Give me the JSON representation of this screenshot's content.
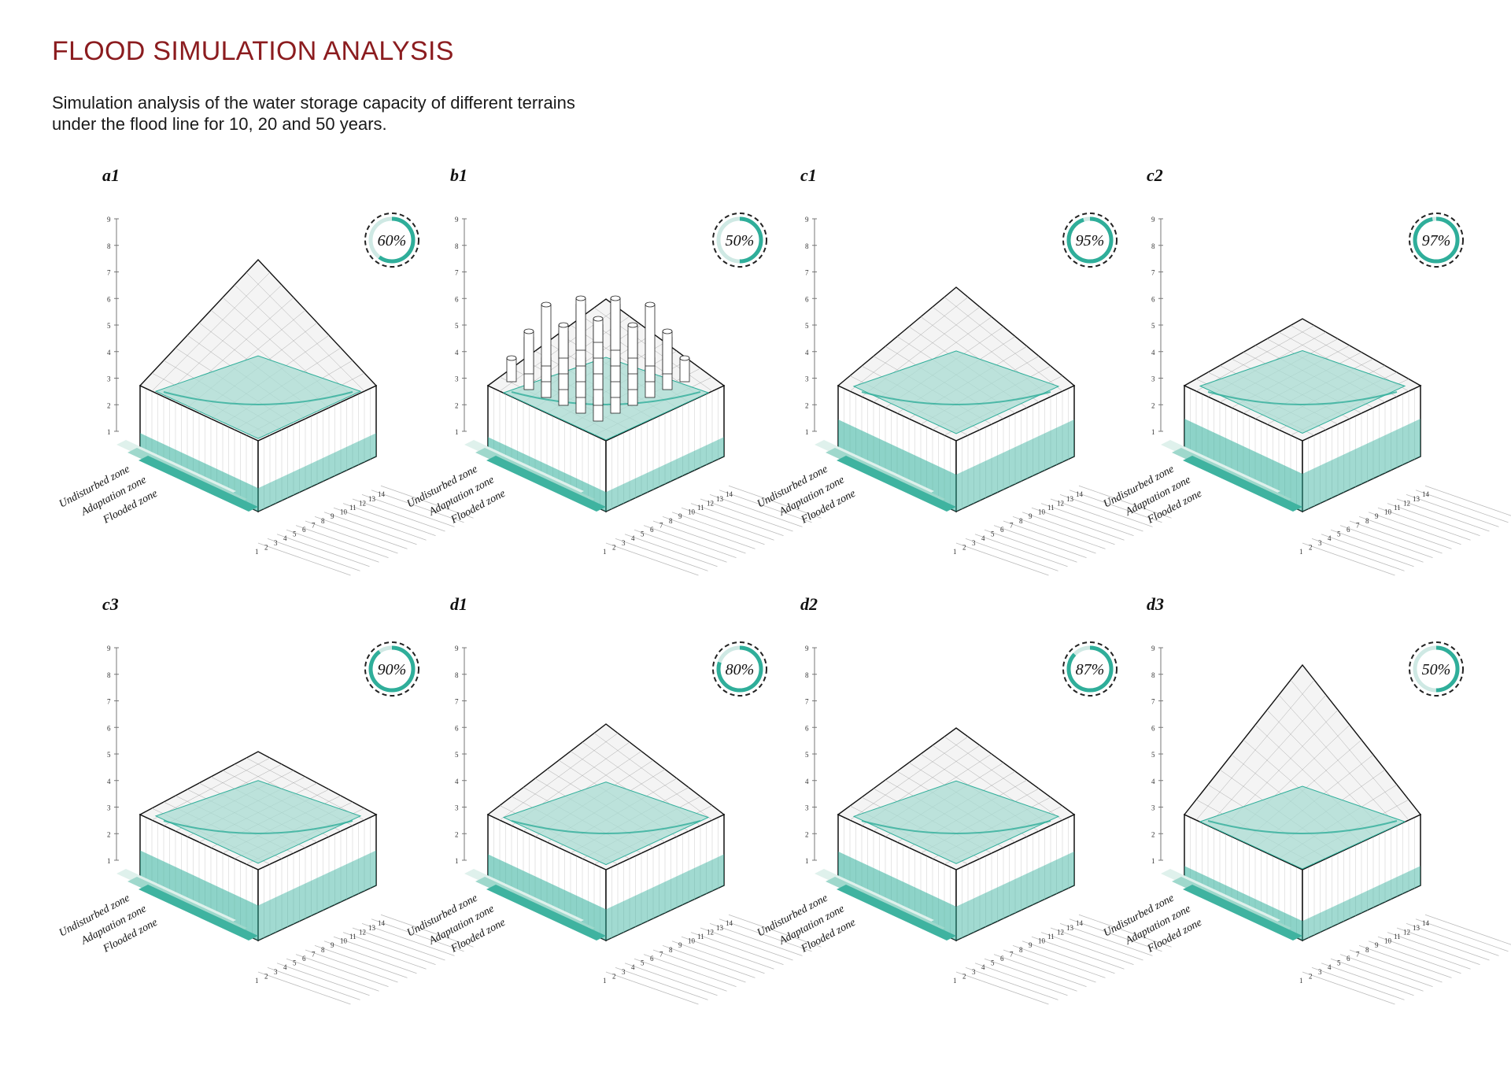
{
  "header": {
    "title": "FLOOD SIMULATION ANALYSIS",
    "subtitle_line1": "Simulation analysis of the water storage capacity of different terrains",
    "subtitle_line2": "under the flood line for 10, 20 and 50 years."
  },
  "colors": {
    "title": "#8b1c1f",
    "water": "#2fae9a",
    "water_light": "#a9dcd3",
    "flooded_zone": "#3fb3a0",
    "adaptation_zone": "#9fd8cc",
    "undisturbed_zone": "#dff1ec"
  },
  "axis": {
    "vertical_ticks": [
      "1",
      "2",
      "3",
      "4",
      "5",
      "6",
      "7",
      "8",
      "9"
    ],
    "grid_ticks": [
      "1",
      "2",
      "3",
      "4",
      "5",
      "6",
      "7",
      "8",
      "9",
      "10",
      "11",
      "12",
      "13",
      "14"
    ]
  },
  "legend": {
    "undisturbed": "Undisturbed zone",
    "adaptation": "Adaptation zone",
    "flooded": "Flooded zone"
  },
  "panels": [
    {
      "id": "a1",
      "percent_label": "60%",
      "storage": 0.6,
      "terrain": "lattice-valley"
    },
    {
      "id": "b1",
      "percent_label": "50%",
      "storage": 0.5,
      "terrain": "columns"
    },
    {
      "id": "c1",
      "percent_label": "95%",
      "storage": 0.95,
      "terrain": "peaked-basin"
    },
    {
      "id": "c2",
      "percent_label": "97%",
      "storage": 0.97,
      "terrain": "deep-basin"
    },
    {
      "id": "c3",
      "percent_label": "90%",
      "storage": 0.9,
      "terrain": "flat-terrace"
    },
    {
      "id": "d1",
      "percent_label": "80%",
      "storage": 0.8,
      "terrain": "ridge-ponds"
    },
    {
      "id": "d2",
      "percent_label": "87%",
      "storage": 0.87,
      "terrain": "wavy-ridge"
    },
    {
      "id": "d3",
      "percent_label": "50%",
      "storage": 0.5,
      "terrain": "mountain"
    }
  ]
}
